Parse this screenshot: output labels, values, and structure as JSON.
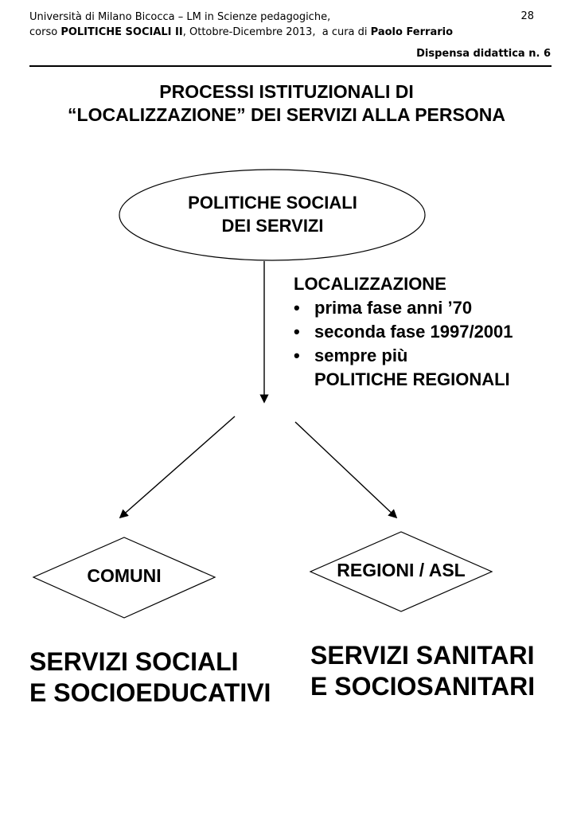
{
  "header": {
    "line1": "Università di Milano Bicocca – LM in Scienze pedagogiche,",
    "page_number": "28",
    "line2_prefix": "corso ",
    "line2_bold1": "POLITICHE SOCIALI II",
    "line2_mid": ", Ottobre-Dicembre 2013,  a cura di ",
    "line2_bold2": "Paolo Ferrario",
    "dispensa": "Dispensa didattica n. 6"
  },
  "title": {
    "line1": "PROCESSI ISTITUZIONALI DI",
    "line2": "“LOCALIZZAZIONE” DEI SERVIZI ALLA PERSONA"
  },
  "diagram": {
    "ellipse": {
      "line1": "POLITICHE SOCIALI",
      "line2": "DEI SERVIZI"
    },
    "localization": {
      "heading": "LOCALIZZAZIONE",
      "bullet_char": "•",
      "bullets": [
        "prima fase anni ’70",
        "seconda fase 1997/2001",
        "sempre più\nPOLITICHE REGIONALI"
      ]
    },
    "diamond_left": "COMUNI",
    "diamond_right": "REGIONI / ASL",
    "bottom_left_line1": "SERVIZI SOCIALI",
    "bottom_left_line2": "E SOCIOEDUCATIVI",
    "bottom_right_line1": "SERVIZI SANITARI",
    "bottom_right_line2": "E SOCIOSANITARI"
  },
  "colors": {
    "ink": "#000000",
    "paper": "#ffffff"
  }
}
